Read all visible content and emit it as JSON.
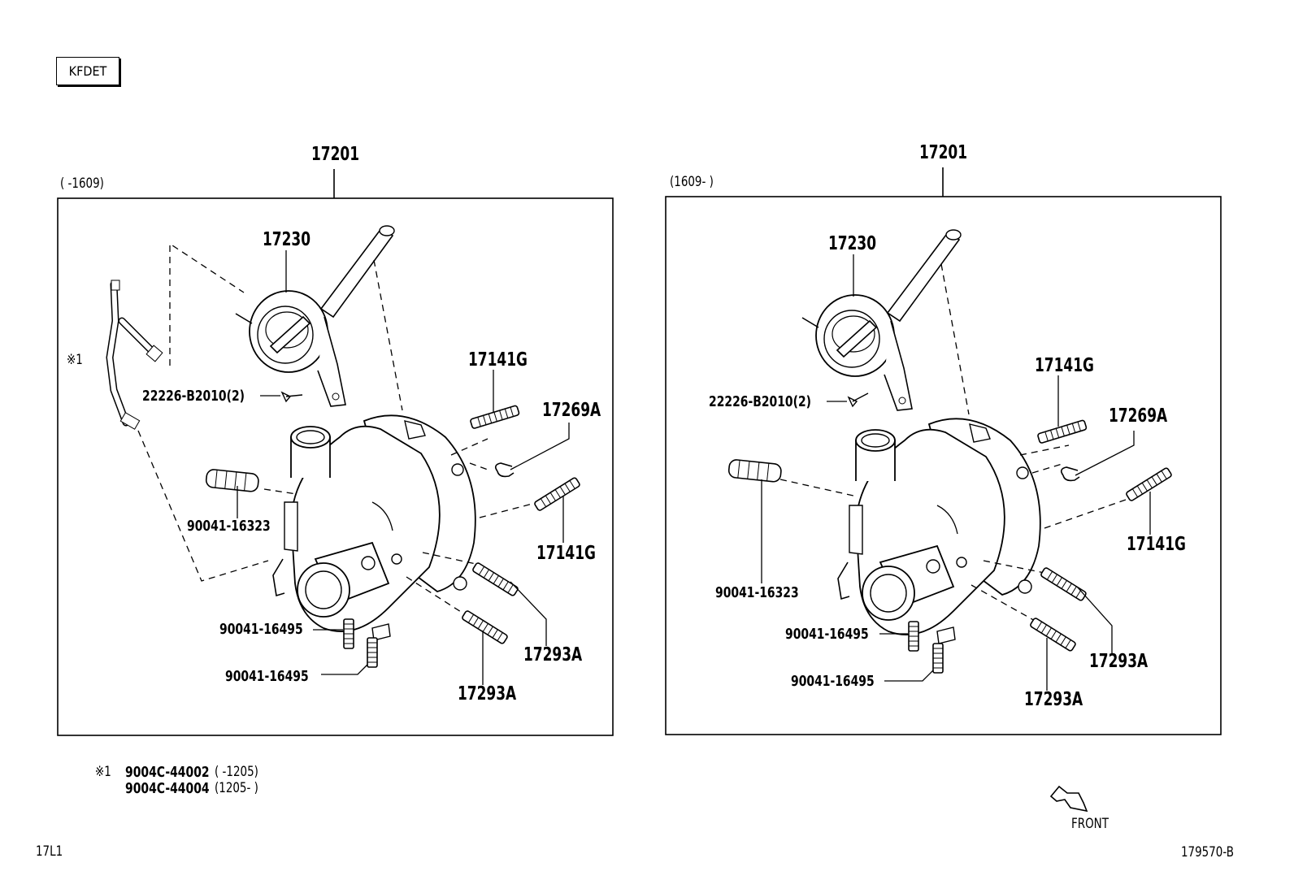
{
  "header": {
    "engine_code": "KFDET"
  },
  "left_panel": {
    "range": "(      -1609)",
    "assembly": "17201",
    "labels": {
      "actuator": "17230",
      "screw": "22226-B2010(2)",
      "hose_ref": "※1",
      "stud_upper": "17141G",
      "clip": "17269A",
      "stud_mid": "17141G",
      "plug": "90041-16323",
      "stud_lower_a": "17293A",
      "stud_lower_b": "17293A",
      "bolt_a": "90041-16495",
      "bolt_b": "90041-16495"
    }
  },
  "right_panel": {
    "range": "(1609-      )",
    "assembly": "17201",
    "labels": {
      "actuator": "17230",
      "screw": "22226-B2010(2)",
      "stud_upper": "17141G",
      "clip": "17269A",
      "stud_mid": "17141G",
      "plug": "90041-16323",
      "stud_lower_a": "17293A",
      "stud_lower_b": "17293A",
      "bolt_a": "90041-16495",
      "bolt_b": "90041-16495"
    }
  },
  "footnote": {
    "marker": "※1",
    "line1_part": "9004C-44002",
    "line1_range": "(      -1205)",
    "line2_part": "9004C-44004",
    "line2_range": "(1205-      )"
  },
  "front_label": "FRONT",
  "page_code": "17L1",
  "figure_number": "179570-B"
}
